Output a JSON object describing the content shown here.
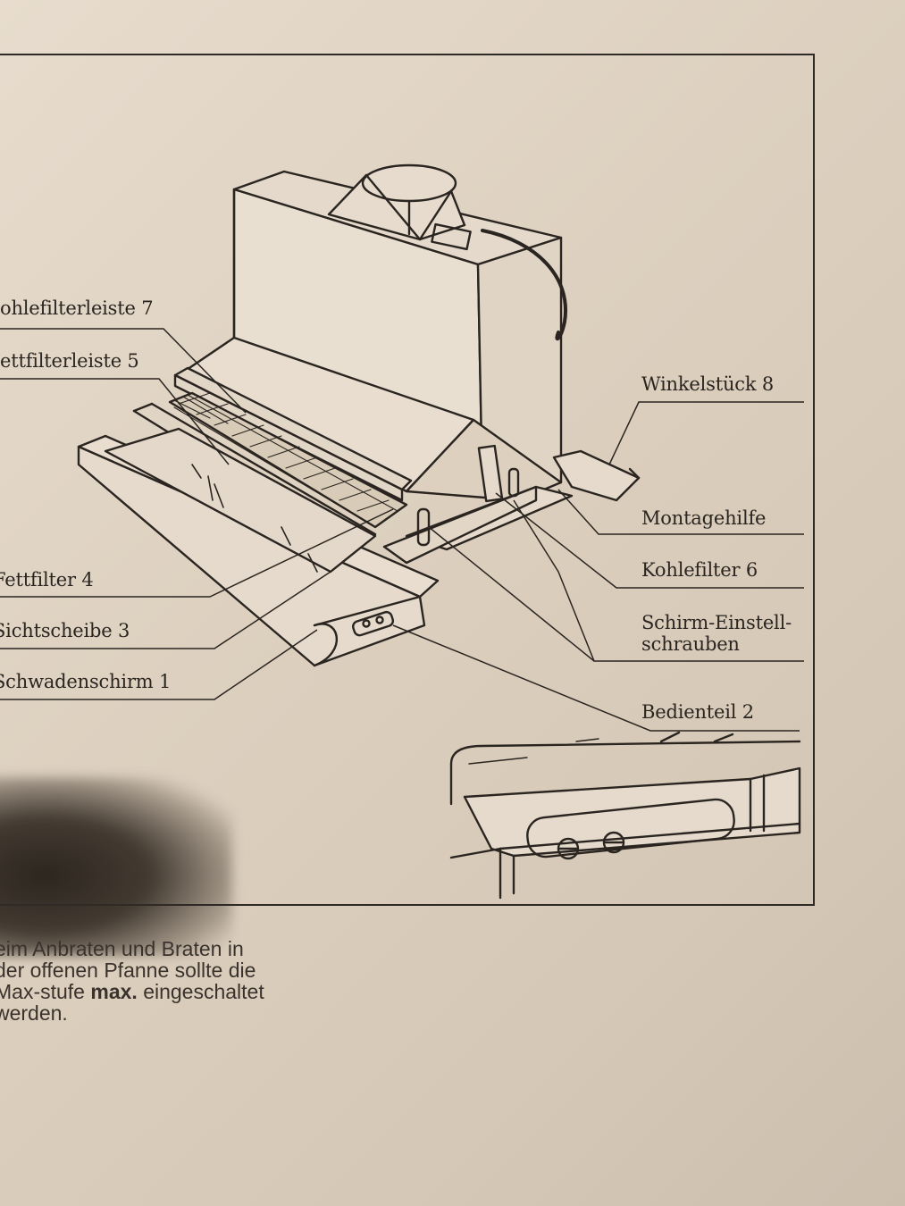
{
  "labels": {
    "kohlefilterleiste": "ohlefilterleiste 7",
    "fettfilterleiste": "ettfilterleiste 5",
    "winkelstueck": "Winkelstück 8",
    "montagehilfe": "Montagehilfe",
    "kohlefilter": "Kohlefilter 6",
    "schirm_einstell_1": "Schirm-Einstell-",
    "schirm_einstell_2": "schrauben",
    "fettfilter": "Fettfilter 4",
    "sichtscheibe": "Sichtscheibe 3",
    "schwadenschirm": "Schwadenschirm 1",
    "bedienteil": "Bedienteil 2"
  },
  "note": {
    "line1": "eim Anbraten und Braten in",
    "line2": "der offenen Pfanne sollte die",
    "line3_pre": "Max-stufe ",
    "line3_bold": "max.",
    "line3_post": " eingeschaltet",
    "line4": "werden."
  },
  "colors": {
    "ink": "#2a2520",
    "paper": "#e2d6c6"
  }
}
